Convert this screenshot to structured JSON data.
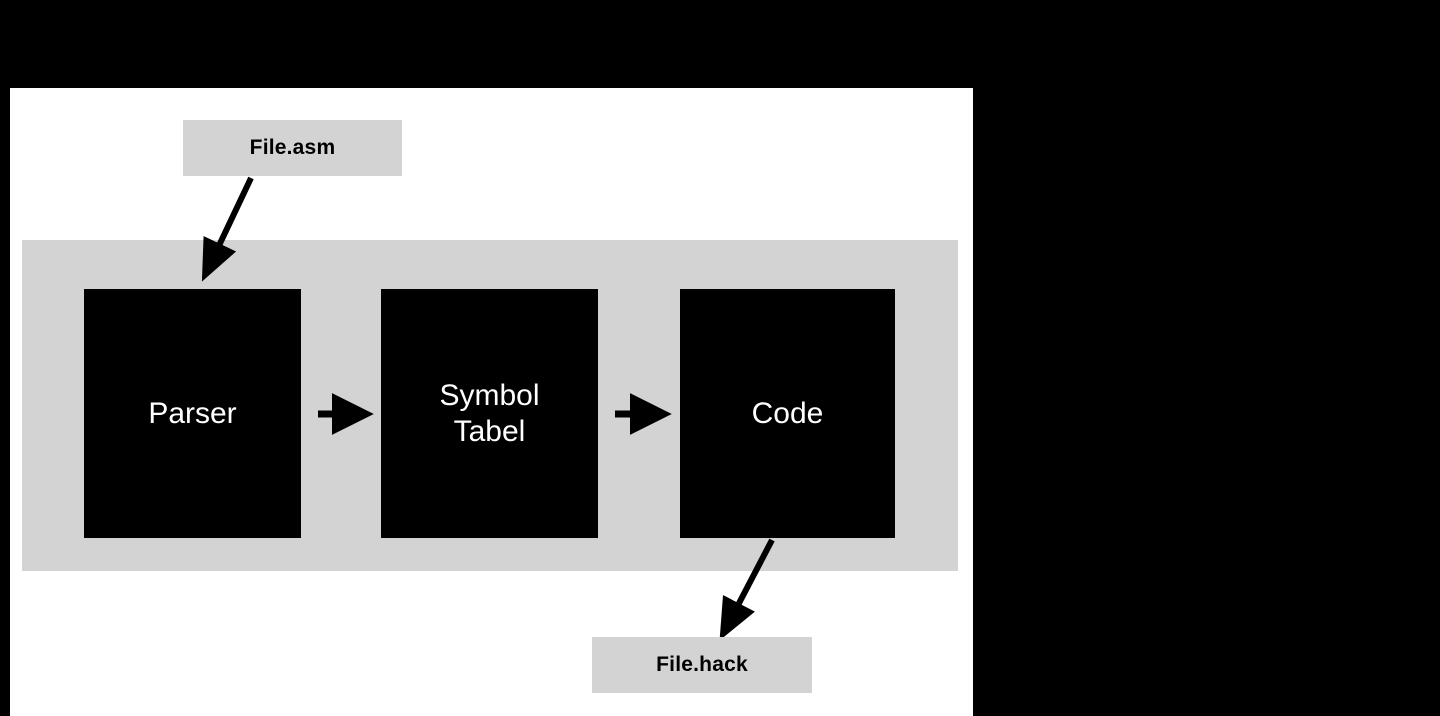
{
  "diagram": {
    "title": "Assembler pipeline block diagram",
    "background_color": "#000000",
    "canvas_color": "#ffffff",
    "group_color": "#d3d3d3",
    "module_color": "#000000",
    "module_text_color": "#ffffff",
    "input": {
      "label": "File.asm"
    },
    "output": {
      "label": "File.hack"
    },
    "group": {
      "label": ""
    },
    "modules": [
      {
        "id": "parser",
        "label": "Parser"
      },
      {
        "id": "symbol-table",
        "label": "Symbol\nTabel",
        "line1": "Symbol",
        "line2": "Tabel"
      },
      {
        "id": "code",
        "label": "Code"
      }
    ],
    "connectors": [
      {
        "id": "asm-to-parser",
        "from": "File.asm",
        "to": "Parser",
        "kind": "diagonal-arrow"
      },
      {
        "id": "parser-to-symbol",
        "from": "Parser",
        "to": "Symbol Tabel",
        "kind": "horizontal-arrow"
      },
      {
        "id": "symbol-to-code",
        "from": "Symbol Tabel",
        "to": "Code",
        "kind": "horizontal-arrow"
      },
      {
        "id": "code-to-hack",
        "from": "Code",
        "to": "File.hack",
        "kind": "diagonal-arrow"
      }
    ]
  },
  "chart_data": {
    "type": "diagram",
    "title": "Assembler pipeline block diagram",
    "nodes": [
      {
        "id": "file-asm",
        "label": "File.asm",
        "kind": "file",
        "fill": "#d3d3d3",
        "text": "#000000"
      },
      {
        "id": "parser",
        "label": "Parser",
        "kind": "module",
        "fill": "#000000",
        "text": "#ffffff"
      },
      {
        "id": "symbol-table",
        "label": "Symbol Tabel",
        "kind": "module",
        "fill": "#000000",
        "text": "#ffffff"
      },
      {
        "id": "code",
        "label": "Code",
        "kind": "module",
        "fill": "#000000",
        "text": "#ffffff"
      },
      {
        "id": "file-hack",
        "label": "File.hack",
        "kind": "file",
        "fill": "#d3d3d3",
        "text": "#000000"
      }
    ],
    "edges": [
      {
        "source": "file-asm",
        "target": "parser",
        "style": "arrow"
      },
      {
        "source": "parser",
        "target": "symbol-table",
        "style": "arrow"
      },
      {
        "source": "symbol-table",
        "target": "code",
        "style": "arrow"
      },
      {
        "source": "code",
        "target": "file-hack",
        "style": "arrow"
      }
    ],
    "groups": [
      {
        "id": "assembler-group",
        "members": [
          "parser",
          "symbol-table",
          "code"
        ],
        "fill": "#d3d3d3",
        "label": ""
      }
    ]
  }
}
